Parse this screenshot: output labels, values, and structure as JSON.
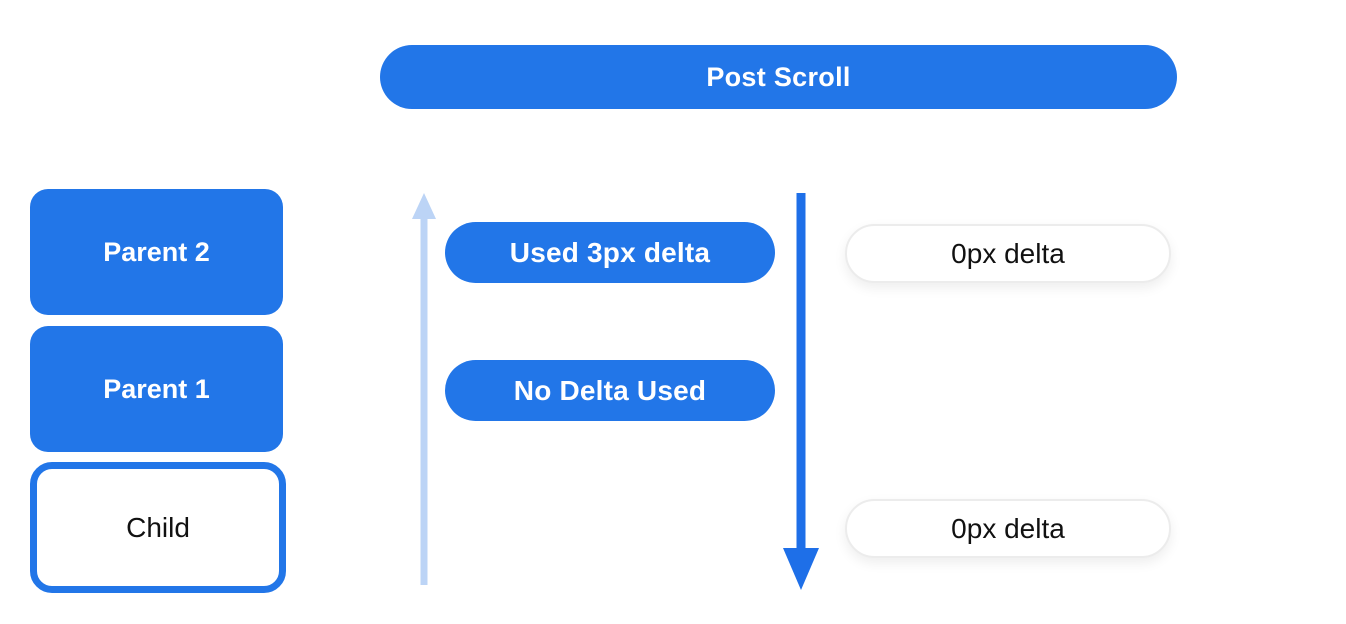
{
  "header": {
    "title": "Post Scroll"
  },
  "colors": {
    "primary_blue": "#2276e8",
    "light_arrow_blue": "#bcd4f6",
    "down_arrow_blue": "#1e6fe8",
    "white_pill_border": "#ececec",
    "background": "#ffffff",
    "dark_text": "#111111"
  },
  "scrollable_stack": {
    "boxes": [
      {
        "label": "Parent 2",
        "variant": "filled"
      },
      {
        "label": "Parent 1",
        "variant": "filled"
      },
      {
        "label": "Child",
        "variant": "outlined"
      }
    ]
  },
  "scroll_up_lane": {
    "arrow_direction": "up",
    "pills": [
      {
        "label": "Used 3px delta"
      },
      {
        "label": "No Delta Used"
      }
    ]
  },
  "scroll_down_lane": {
    "arrow_direction": "down",
    "pills": [
      {
        "label": "0px delta"
      },
      {
        "label": "0px delta"
      }
    ]
  }
}
